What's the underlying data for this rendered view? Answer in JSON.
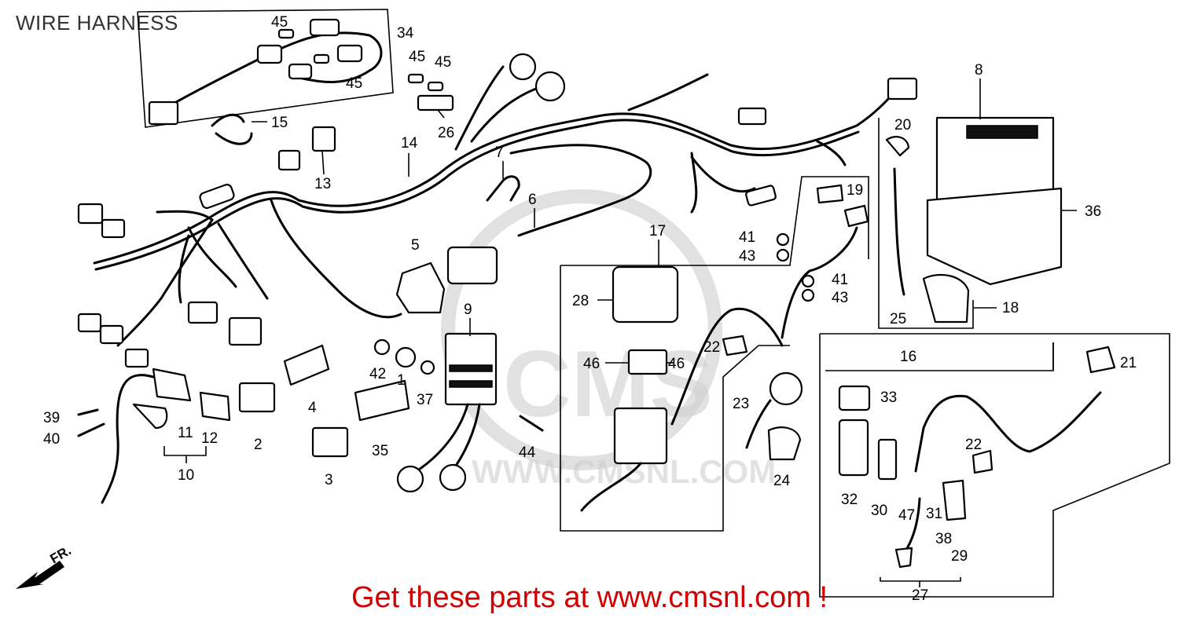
{
  "title": "WIRE HARNESS",
  "footer": "Get these parts at www.cmsnl.com !",
  "fr_label": "FR.",
  "watermark": "CMS",
  "watermark_url": "WWW.CMSNL.COM",
  "colors": {
    "footer": "#d00000",
    "ink": "#000000",
    "watermark": "#cfcfcf"
  },
  "callouts": [
    "45",
    "34",
    "45",
    "45",
    "45",
    "15",
    "26",
    "13",
    "14",
    "7",
    "6",
    "5",
    "8",
    "20",
    "19",
    "36",
    "41",
    "43",
    "17",
    "41",
    "43",
    "28",
    "25",
    "18",
    "9",
    "22",
    "46",
    "46",
    "42",
    "1",
    "37",
    "4",
    "35",
    "3",
    "2",
    "11",
    "12",
    "10",
    "39",
    "40",
    "44",
    "23",
    "24",
    "16",
    "21",
    "33",
    "22",
    "32",
    "30",
    "47",
    "31",
    "38",
    "29",
    "27"
  ]
}
